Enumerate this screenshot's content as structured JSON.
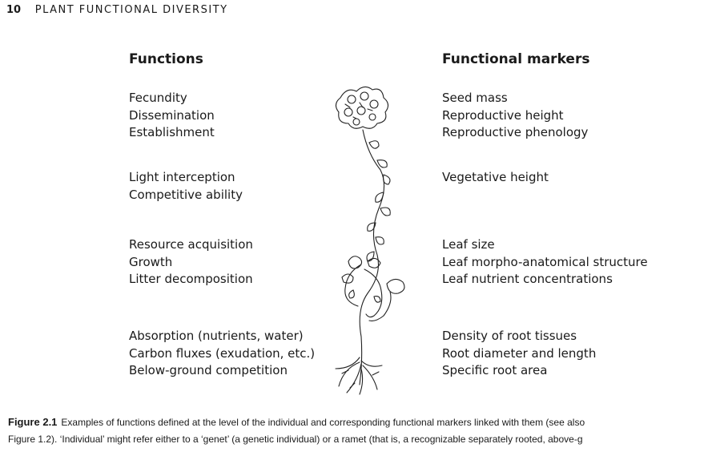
{
  "header": {
    "page_number": "10",
    "running_title": "PLANT FUNCTIONAL DIVERSITY"
  },
  "columns": {
    "left_title": "Functions",
    "right_title": "Functional markers"
  },
  "rows": [
    {
      "functions": [
        "Fecundity",
        "Dissemination",
        "Establishment"
      ],
      "markers": [
        "Seed mass",
        "Reproductive height",
        "Reproductive phenology"
      ]
    },
    {
      "functions": [
        "Light interception",
        "Competitive ability"
      ],
      "markers": [
        "Vegetative height"
      ]
    },
    {
      "functions": [
        "Resource acquisition",
        "Growth",
        "Litter decomposition"
      ],
      "markers": [
        "Leaf size",
        "Leaf morpho-anatomical structure",
        "Leaf nutrient concentrations"
      ]
    },
    {
      "functions": [
        "Absorption (nutrients, water)",
        "Carbon fluxes (exudation, etc.)",
        "Below-ground competition"
      ],
      "markers": [
        "Density of root tissues",
        "Root diameter and length",
        "Specific root area"
      ]
    }
  ],
  "caption": {
    "label": "Figure 2.1",
    "line1": "Examples of functions defined at the level of the individual and corresponding functional markers linked with them (see also",
    "line2": "Figure 1.2). ‘Individual’ might refer either to a ‘genet’ (a genetic individual) or a ramet (that is, a recognizable separately rooted, above-g"
  },
  "illustration": {
    "subject": "plant-drawing-icon"
  }
}
